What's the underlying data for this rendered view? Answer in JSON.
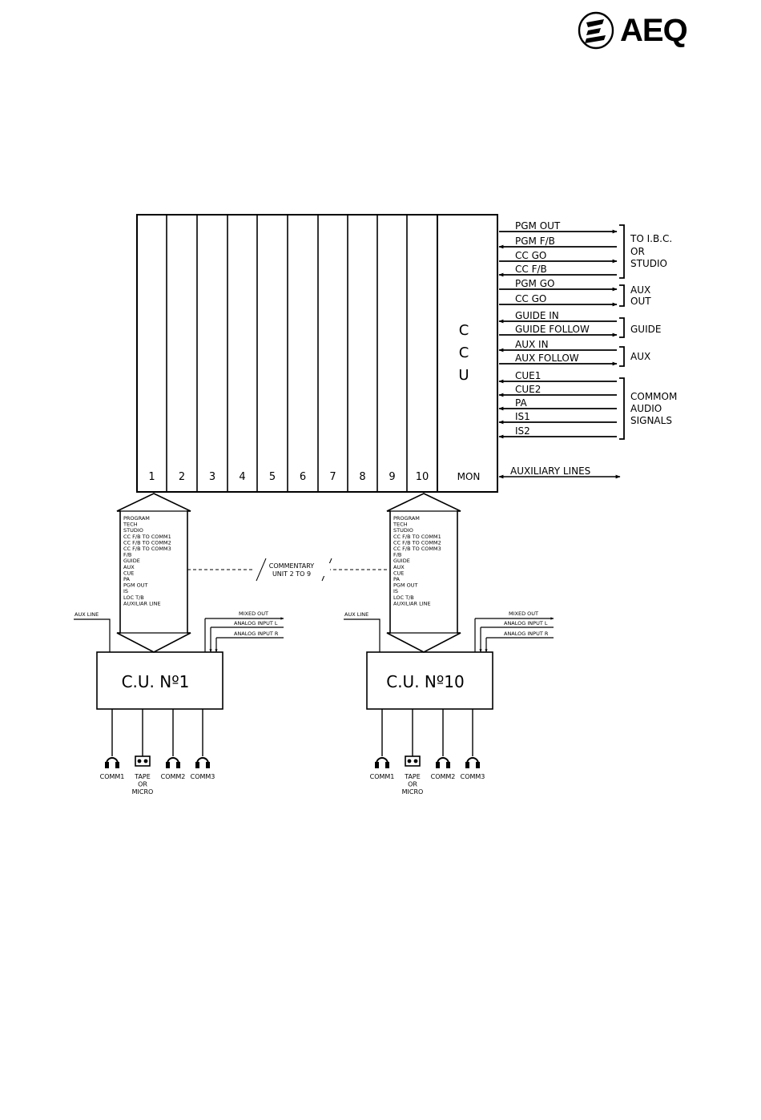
{
  "logo": {
    "brand": "AEQ"
  },
  "rack": {
    "slots": [
      "1",
      "2",
      "3",
      "4",
      "5",
      "6",
      "7",
      "8",
      "9",
      "10"
    ],
    "ccu_letters": [
      "C",
      "C",
      "U"
    ],
    "mon_label": "MON",
    "aux_lines_label": "AUXILIARY LINES"
  },
  "signals": [
    {
      "label": "PGM OUT",
      "dir": "out"
    },
    {
      "label": "PGM F/B",
      "dir": "in"
    },
    {
      "label": "CC GO",
      "dir": "out"
    },
    {
      "label": "CC F/B",
      "dir": "in"
    },
    {
      "label": "PGM GO",
      "dir": "out"
    },
    {
      "label": "CC GO",
      "dir": "out"
    },
    {
      "label": "GUIDE IN",
      "dir": "in"
    },
    {
      "label": "GUIDE FOLLOW",
      "dir": "out"
    },
    {
      "label": "AUX IN",
      "dir": "in"
    },
    {
      "label": "AUX FOLLOW",
      "dir": "out"
    },
    {
      "label": "CUE1",
      "dir": "in"
    },
    {
      "label": "CUE2",
      "dir": "in"
    },
    {
      "label": "PA",
      "dir": "in"
    },
    {
      "label": "IS1",
      "dir": "in"
    },
    {
      "label": "IS2",
      "dir": "in"
    }
  ],
  "groups": [
    {
      "lines": [
        "TO I.B.C.",
        "OR",
        "STUDIO"
      ]
    },
    {
      "lines": [
        "AUX",
        "OUT"
      ]
    },
    {
      "lines": [
        "GUIDE"
      ]
    },
    {
      "lines": [
        "AUX"
      ]
    },
    {
      "lines": [
        "COMMOM",
        "AUDIO",
        "SIGNALS"
      ]
    }
  ],
  "bus_signals": [
    "PROGRAM",
    "TECH",
    "STUDIO",
    "CC F/B TO COMM1",
    "CC F/B TO COMM2",
    "CC F/B TO COMM3",
    "F/B",
    "GUIDE",
    "AUX",
    "CUE",
    "PA",
    "PGM OUT",
    "IS",
    "LOC T/B",
    "AUXILIAR LINE"
  ],
  "commentary": {
    "line1": "COMMENTARY",
    "line2": "UNIT 2 TO 9"
  },
  "units": [
    {
      "title": "C.U. Nº1",
      "aux_line": "AUX LINE",
      "mixed_out": "MIXED OUT",
      "input_l": "ANALOG INPUT L",
      "input_r": "ANALOG INPUT R",
      "devices": [
        {
          "icon": "headphones-icon",
          "label": [
            "COMM1"
          ]
        },
        {
          "icon": "tape-icon",
          "label": [
            "TAPE",
            "OR",
            "MICRO"
          ]
        },
        {
          "icon": "headphones-icon",
          "label": [
            "COMM2"
          ]
        },
        {
          "icon": "headphones-icon",
          "label": [
            "COMM3"
          ]
        }
      ]
    },
    {
      "title": "C.U. Nº10",
      "aux_line": "AUX LINE",
      "mixed_out": "MIXED OUT",
      "input_l": "ANALOG INPUT L",
      "input_r": "ANALOG INPUT R",
      "devices": [
        {
          "icon": "headphones-icon",
          "label": [
            "COMM1"
          ]
        },
        {
          "icon": "tape-icon",
          "label": [
            "TAPE",
            "OR",
            "MICRO"
          ]
        },
        {
          "icon": "headphones-icon",
          "label": [
            "COMM2"
          ]
        },
        {
          "icon": "headphones-icon",
          "label": [
            "COMM3"
          ]
        }
      ]
    }
  ]
}
